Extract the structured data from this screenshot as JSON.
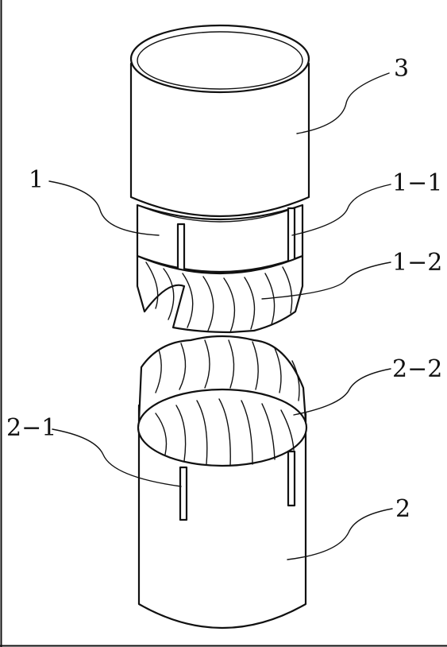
{
  "labels": {
    "part_3": "3",
    "part_1": "1",
    "part_1_1": "1−1",
    "part_1_2": "1−2",
    "part_2_2": "2−2",
    "part_2_1": "2−1",
    "part_2": "2"
  }
}
